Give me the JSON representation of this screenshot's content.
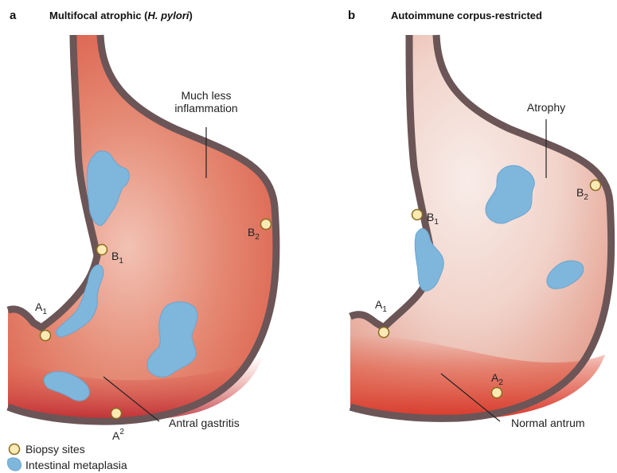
{
  "panels": {
    "a": {
      "letter": "a",
      "title_prefix": "Multifocal atrophic (",
      "title_italic": "H. pylori",
      "title_suffix": ")",
      "callout_top_line1": "Much less",
      "callout_top_line2": "inflammation",
      "callout_bottom": "Antral gastritis",
      "sites": {
        "a1": {
          "letter": "A",
          "sub": "1"
        },
        "a2": {
          "letter": "A",
          "sub": "2"
        },
        "b1": {
          "letter": "B",
          "sub": "1"
        },
        "b2": {
          "letter": "B",
          "sub": "2"
        }
      }
    },
    "b": {
      "letter": "b",
      "title": "Autoimmune corpus-restricted",
      "callout_top": "Atrophy",
      "callout_bottom": "Normal antrum",
      "sites": {
        "a1": {
          "letter": "A",
          "sub": "1"
        },
        "a2": {
          "letter": "A",
          "sub": "2"
        },
        "b1": {
          "letter": "B",
          "sub": "1"
        },
        "b2": {
          "letter": "B",
          "sub": "2"
        }
      }
    }
  },
  "legend": {
    "biopsy": "Biopsy sites",
    "metaplasia": "Intestinal metaplasia"
  },
  "colors": {
    "wall": "#6b5557",
    "inflamed": "#d94e3e",
    "pale": "#f3ddd6",
    "metaplasia": "#7fb6dc",
    "biopsy_fill": "#fde9b4"
  }
}
